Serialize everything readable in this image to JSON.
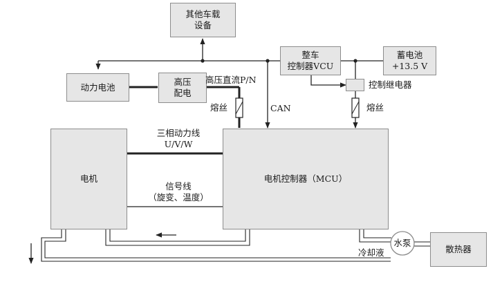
{
  "blocks": {
    "other_devices": "其他车载\n设备",
    "power_battery": "动力电池",
    "hv_distribution": "高压\n配电",
    "vcu": "整车\n控制器VCU",
    "battery_12v": "蓄电池\n+13.5 V",
    "motor": "电机",
    "mcu": "电机控制器（MCU）",
    "radiator": "散热器",
    "water_pump": "水泵"
  },
  "labels": {
    "hv_dc": "高压直流P/N",
    "fuse_left": "熔丝",
    "can": "CAN",
    "control_relay": "控制继电器",
    "fuse_right": "熔丝",
    "three_phase": "三相动力线\nU/V/W",
    "signal_line": "信号线\n（旋变、温度）",
    "coolant": "冷却液"
  }
}
